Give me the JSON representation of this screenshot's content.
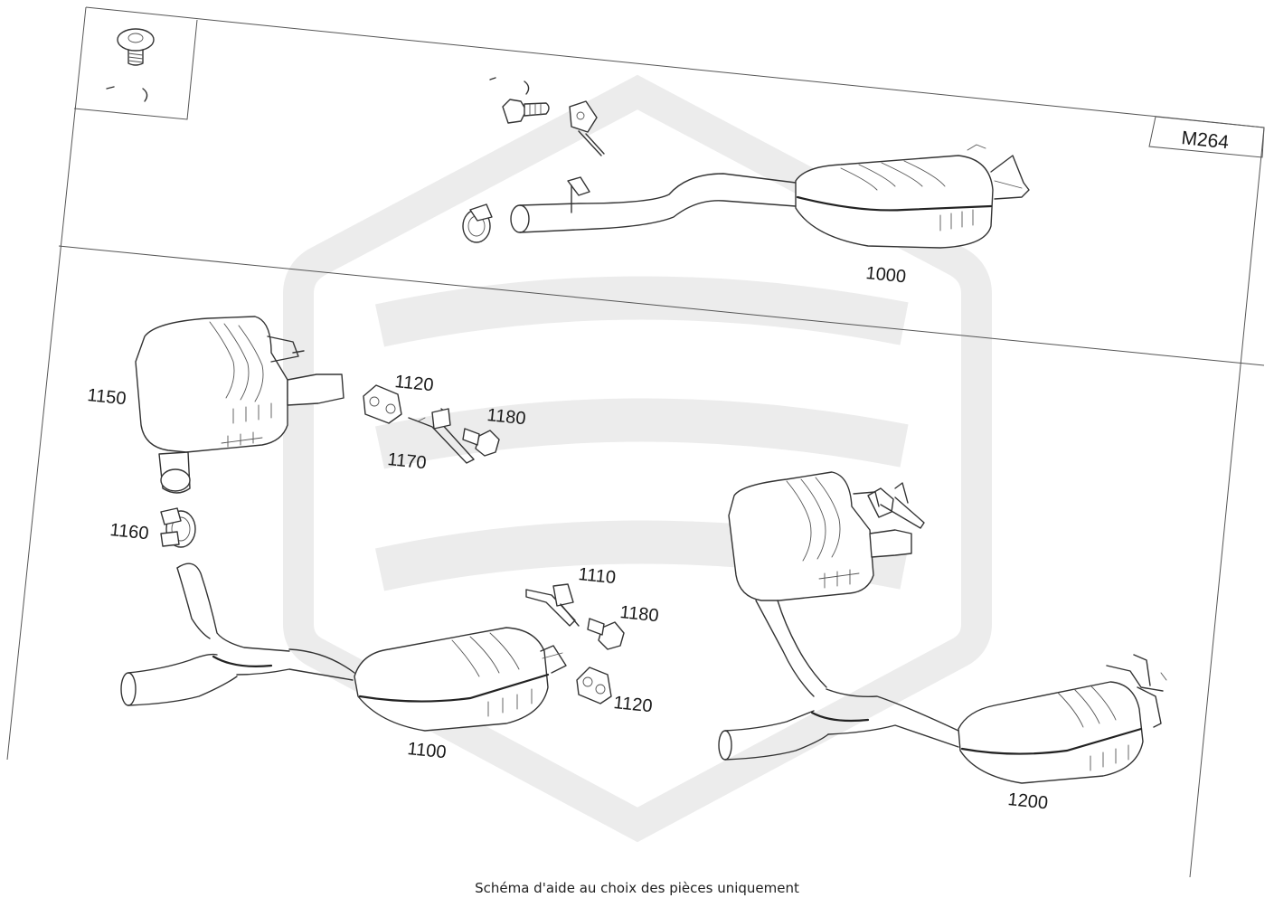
{
  "model_label": "M264",
  "callouts": {
    "c1000": "1000",
    "c1100": "1100",
    "c1110": "1110",
    "c1120a": "1120",
    "c1120b": "1120",
    "c1150": "1150",
    "c1160": "1160",
    "c1170": "1170",
    "c1180a": "1180",
    "c1180b": "1180",
    "c1200": "1200"
  },
  "caption": "Schéma d'aide au choix des pièces uniquement",
  "colors": {
    "line": "#333333",
    "watermark": "#ececec",
    "background": "#ffffff"
  }
}
